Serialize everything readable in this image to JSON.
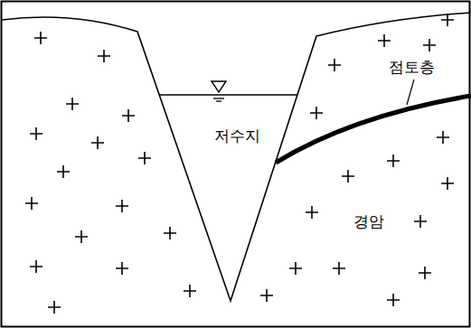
{
  "diagram": {
    "labels": [
      "저수지",
      "점토층",
      "경암"
    ]
  }
}
